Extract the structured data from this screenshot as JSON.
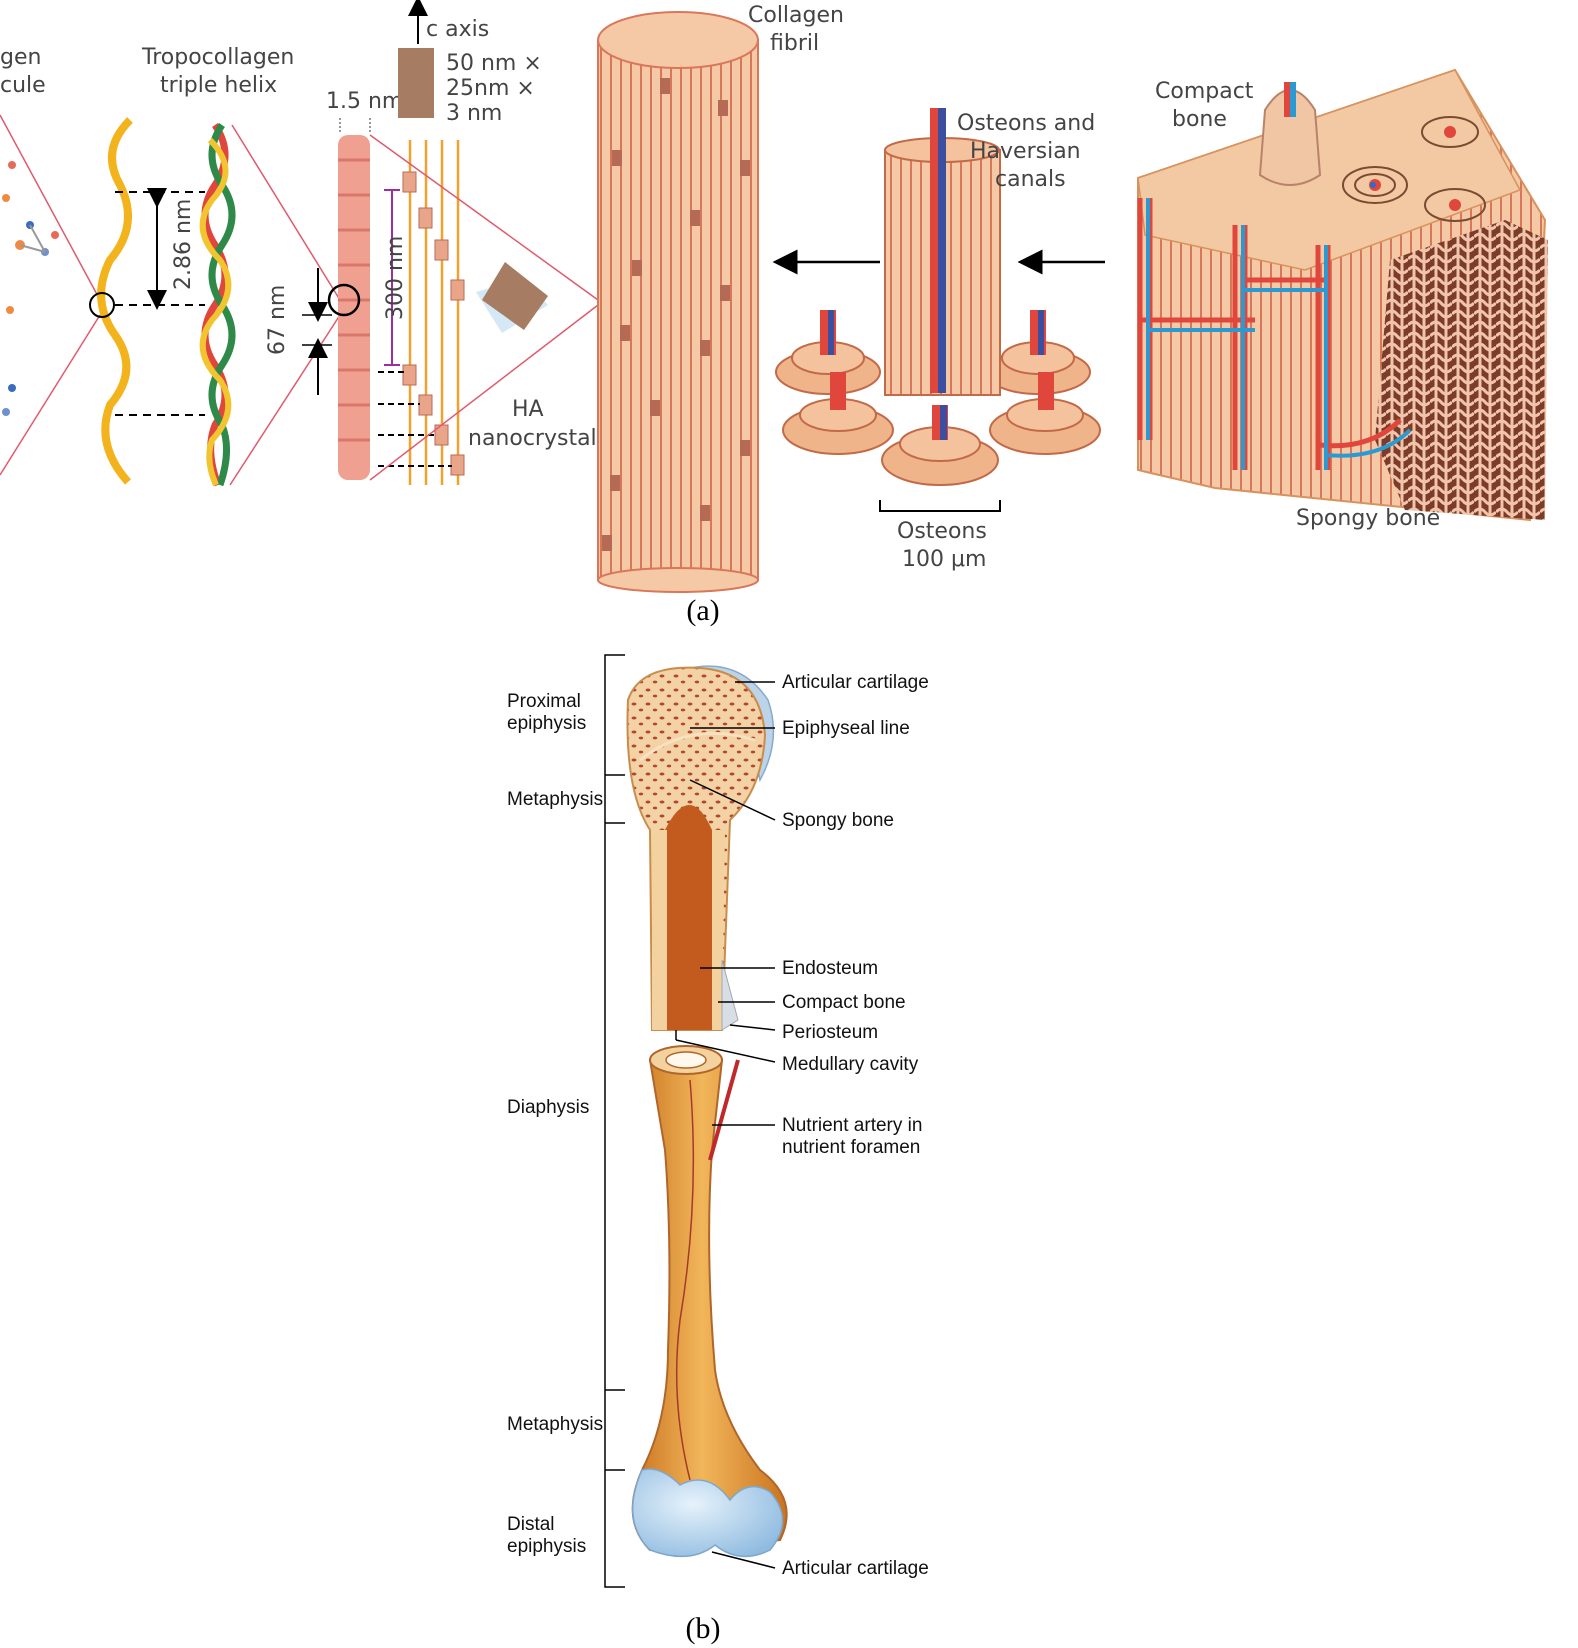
{
  "panel_a": {
    "panel_label": "(a)",
    "labels": {
      "collagen_molecule_line1": "gen",
      "collagen_molecule_line2": "cule",
      "tropocollagen_line1": "Tropocollagen",
      "tropocollagen_line2": "triple helix",
      "helix_spacing": "2.86 nm",
      "c_axis": "c axis",
      "crystal_dims_line1": "50 nm ×",
      "crystal_dims_line2": "25nm ×",
      "crystal_dims_line3": "3 nm",
      "fibril_diameter": "1.5 nm",
      "gap_period": "67 nm",
      "fibril_length": "300 nm",
      "ha_line1": "HA",
      "ha_line2": "nanocrystal",
      "collagen_fibril_line1": "Collagen",
      "collagen_fibril_line2": "fibril",
      "osteons_line1": "Osteons and",
      "osteons_line2": "Haversian",
      "osteons_line3": "canals",
      "osteon_scale_line1": "Osteons",
      "osteon_scale_line2": "100 μm",
      "compact_bone_line1": "Compact",
      "compact_bone_line2": "bone",
      "spongy_bone": "Spongy bone"
    }
  },
  "panel_b": {
    "panel_label": "(b)",
    "regions": {
      "proximal_epiphysis_line1": "Proximal",
      "proximal_epiphysis_line2": "epiphysis",
      "metaphysis_top": "Metaphysis",
      "diaphysis": "Diaphysis",
      "metaphysis_bottom": "Metaphysis",
      "distal_epiphysis_line1": "Distal",
      "distal_epiphysis_line2": "epiphysis"
    },
    "callouts": {
      "articular_cartilage_top": "Articular cartilage",
      "epiphyseal_line": "Epiphyseal line",
      "spongy_bone": "Spongy bone",
      "endosteum": "Endosteum",
      "compact_bone": "Compact bone",
      "periosteum": "Periosteum",
      "medullary_cavity": "Medullary cavity",
      "nutrient_artery_line1": "Nutrient artery in",
      "nutrient_artery_line2": "nutrient foramen",
      "articular_cartilage_bottom": "Articular cartilage"
    }
  }
}
